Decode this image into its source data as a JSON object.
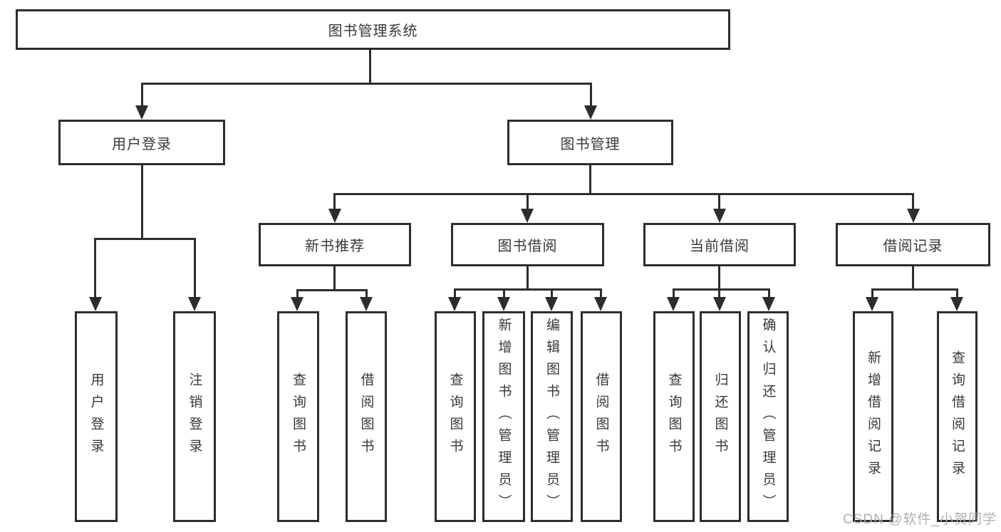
{
  "diagram": {
    "title": "图书管理系统",
    "type": "hierarchy-tree"
  },
  "tree": {
    "root": "图书管理系统",
    "branches": [
      {
        "label": "用户登录",
        "children": [
          "用户登录",
          "注销登录"
        ]
      },
      {
        "label": "图书管理",
        "children": [
          {
            "label": "新书推荐",
            "children": [
              "查询图书",
              "借阅图书"
            ]
          },
          {
            "label": "图书借阅",
            "children": [
              "查询图书",
              "新增图书（管理员）",
              "编辑图书（管理员）",
              "借阅图书"
            ]
          },
          {
            "label": "当前借阅",
            "children": [
              "查询图书",
              "归还图书",
              "确认归还（管理员）"
            ]
          },
          {
            "label": "借阅记录",
            "children": [
              "新增借阅记录",
              "查询借阅记录"
            ]
          }
        ]
      }
    ]
  },
  "watermark": "CSDN @软件_小贺同学",
  "colors": {
    "background": "#ffffff",
    "box_border": "#2d2d2d",
    "line": "#2d2d2d",
    "text": "#383838",
    "watermark": "#acacac"
  }
}
